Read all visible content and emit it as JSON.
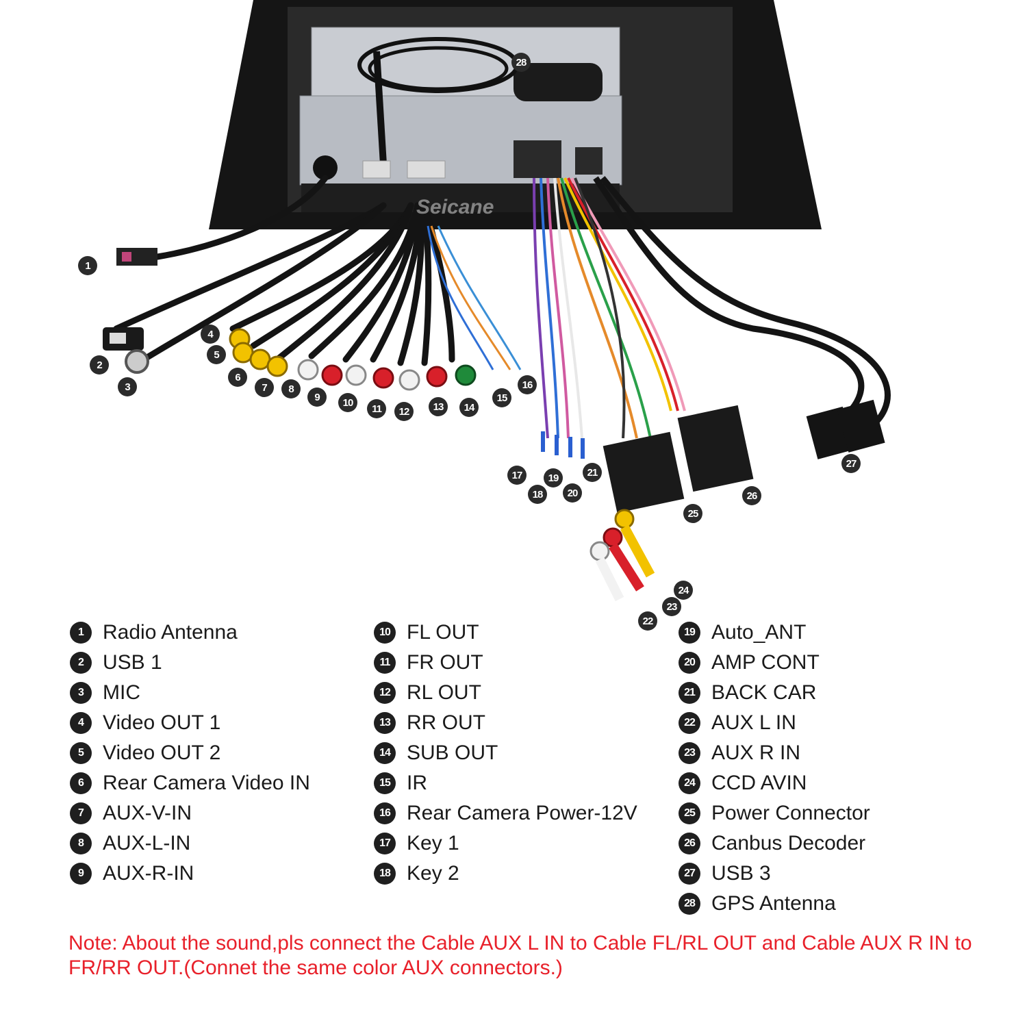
{
  "watermark": "Seicane",
  "callouts": [
    "1",
    "2",
    "3",
    "4",
    "5",
    "6",
    "7",
    "8",
    "9",
    "10",
    "11",
    "12",
    "13",
    "14",
    "15",
    "16",
    "17",
    "18",
    "19",
    "20",
    "21",
    "22",
    "23",
    "24",
    "25",
    "26",
    "27",
    "28"
  ],
  "legend": [
    {
      "num": "1",
      "label": "Radio Antenna"
    },
    {
      "num": "2",
      "label": "USB 1"
    },
    {
      "num": "3",
      "label": "MIC"
    },
    {
      "num": "4",
      "label": "Video OUT 1"
    },
    {
      "num": "5",
      "label": "Video OUT 2"
    },
    {
      "num": "6",
      "label": "Rear Camera Video IN"
    },
    {
      "num": "7",
      "label": "AUX-V-IN"
    },
    {
      "num": "8",
      "label": "AUX-L-IN"
    },
    {
      "num": "9",
      "label": "AUX-R-IN"
    },
    {
      "num": "10",
      "label": "FL OUT"
    },
    {
      "num": "11",
      "label": "FR OUT"
    },
    {
      "num": "12",
      "label": "RL OUT"
    },
    {
      "num": "13",
      "label": "RR OUT"
    },
    {
      "num": "14",
      "label": "SUB OUT"
    },
    {
      "num": "15",
      "label": "IR"
    },
    {
      "num": "16",
      "label": "Rear Camera Power-12V"
    },
    {
      "num": "17",
      "label": "Key 1"
    },
    {
      "num": "18",
      "label": "Key 2"
    },
    {
      "num": "19",
      "label": "Auto_ANT"
    },
    {
      "num": "20",
      "label": "AMP CONT"
    },
    {
      "num": "21",
      "label": "BACK CAR"
    },
    {
      "num": "22",
      "label": "AUX L IN"
    },
    {
      "num": "23",
      "label": "AUX R IN"
    },
    {
      "num": "24",
      "label": "CCD AVIN"
    },
    {
      "num": "25",
      "label": "Power Connector"
    },
    {
      "num": "26",
      "label": "Canbus Decoder"
    },
    {
      "num": "27",
      "label": "USB 3"
    },
    {
      "num": "28",
      "label": "GPS Antenna"
    }
  ],
  "note": "Note: About the sound,pls connect the Cable AUX L IN to Cable FL/RL OUT and Cable AUX R IN to  FR/RR OUT.(Connet the same color AUX connectors.)",
  "colors": {
    "note": "#e8202a",
    "callout": "#2b2b2b",
    "rca_yellow": "#f2c200",
    "rca_red": "#d8202a",
    "rca_white": "#f2f2f2",
    "rca_green": "#1f8a3a"
  }
}
